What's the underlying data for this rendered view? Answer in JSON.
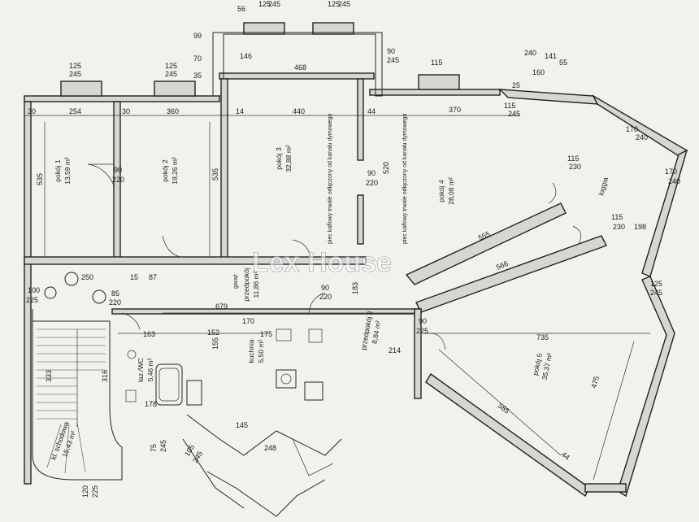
{
  "watermark": "Lex House",
  "rooms": {
    "pokoj1": {
      "name": "pokój 1",
      "area": "13,59 m²"
    },
    "pokoj2": {
      "name": "pokój 2",
      "area": "19,26 m²"
    },
    "pokoj3": {
      "name": "pokój 3",
      "area": "32,88 m²"
    },
    "pokoj4": {
      "name": "pokój 4",
      "area": "28,08 m²"
    },
    "pokoj5": {
      "name": "pokój 5",
      "area": "35,37 m²"
    },
    "przedpokoj": {
      "name": "przedpokój",
      "area": "11,86 m²"
    },
    "przedpokoj2": {
      "name": "przedpokój 2",
      "area": "8,84 m²"
    },
    "lazienka": {
      "name": "łaz./WC",
      "area": "5,46 m²"
    },
    "kuchnia": {
      "name": "kuchnia",
      "area": "5,50 m²"
    },
    "klatka": {
      "name": "kl. schodowa",
      "area": "15,43 m²"
    },
    "loggia": {
      "name": "loggia"
    }
  },
  "notes": {
    "piec1": "piec kaflowy trwale odłączony od kanału dymowego",
    "piec2": "piec kaflowy trwale odłączony od kanału dymowego",
    "garaz": "garaż"
  },
  "dims": {
    "d56": "56",
    "d125a": "125",
    "d245a": "245",
    "d125b": "125",
    "d245b": "245",
    "d99": "99",
    "d70": "70",
    "d35": "35",
    "d146": "146",
    "d468": "468",
    "d90": "90",
    "d245c": "245",
    "d115": "115",
    "d240": "240",
    "d141": "141",
    "d160": "160",
    "d55": "55",
    "d25": "25",
    "d30a": "30",
    "d254": "254",
    "d30b": "30",
    "d360": "360",
    "d14": "14",
    "d440": "440",
    "d44": "44",
    "d370": "370",
    "d535a": "535",
    "d535b": "535",
    "d90b": "90",
    "d220b": "220",
    "d90c": "90",
    "d220c": "220",
    "d520": "520",
    "d115b": "115",
    "d230": "230",
    "d170a": "170",
    "d240b": "240",
    "d170b": "170",
    "d240c": "240",
    "d115c": "115",
    "d230b": "230",
    "d198": "198",
    "d555": "555",
    "d566": "566",
    "d735": "735",
    "d475": "475",
    "d585": "585",
    "d44b": "44",
    "d125c": "125",
    "d245d": "245",
    "d250": "250",
    "d100": "100",
    "d225": "225",
    "d85": "85",
    "d220d": "220",
    "d87": "87",
    "d15": "15",
    "d679": "679",
    "d90d": "90",
    "d220e": "220",
    "d183": "183",
    "d90e": "90",
    "d225b": "225",
    "d214": "214",
    "d163": "163",
    "d152": "152",
    "d170c": "170",
    "d175": "175",
    "d333": "333",
    "d316": "316",
    "d178": "178",
    "d120": "120",
    "d225c": "225",
    "d75": "75",
    "d245e": "245",
    "d105": "105",
    "d245f": "245",
    "d145": "145",
    "d248": "248",
    "d155": "155"
  }
}
